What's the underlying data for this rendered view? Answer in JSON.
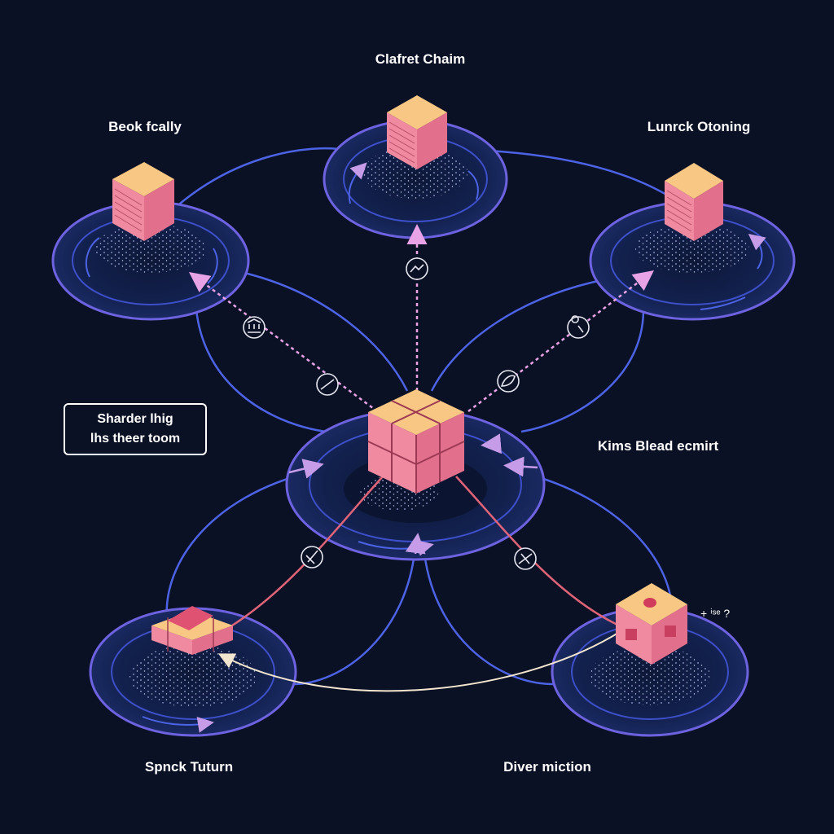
{
  "labels": {
    "top": "Clafret Chaim",
    "top_left": "Beok fcally",
    "top_right": "Lunrck Otoning",
    "center_right": "Kims Blead ecmirt",
    "bottom_left": "Spnck Tuturn",
    "bottom_right": "Diver miction"
  },
  "callout": {
    "line1": "Sharder lhig",
    "line2": "lhs theer toom"
  },
  "note": "+ ⁱˢᵉ ?",
  "colors": {
    "background": "#0b1124",
    "ring_fill": "#0f1c45",
    "ring_stroke": "#6d62e0",
    "link_blue": "#4d63e6",
    "dashed_link": "#e7a3e6",
    "cube_top": "#f9c784",
    "cube_side": "#ec7d92",
    "cube_dark": "#d45c7a"
  }
}
